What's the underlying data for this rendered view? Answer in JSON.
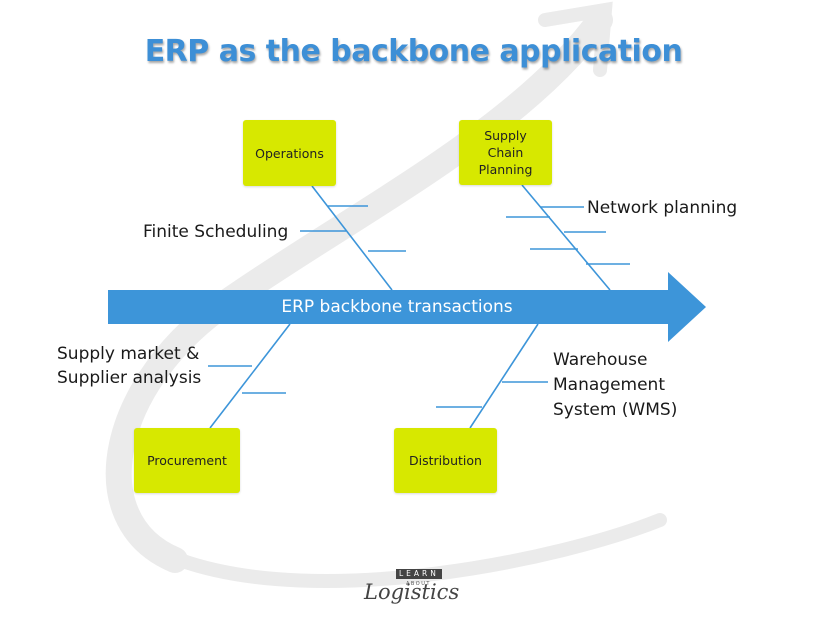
{
  "title": "ERP as the backbone application",
  "spine_label": "ERP backbone transactions",
  "categories": {
    "operations": "Operations",
    "supply_chain_planning": "Supply\nChain\nPlanning",
    "procurement": "Procurement",
    "distribution": "Distribution"
  },
  "causes": {
    "finite_scheduling": "Finite Scheduling",
    "network_planning": "Network planning",
    "supply_market_1": "Supply market &",
    "supply_market_2": "Supplier analysis",
    "wms_1": "Warehouse",
    "wms_2": "Management",
    "wms_3": "System (WMS)"
  },
  "logo": {
    "top": "LEARN",
    "middle": "ABOUT",
    "main": "Logistics"
  },
  "colors": {
    "title": "#3d8fd6",
    "spine": "#3d95d9",
    "box": "#d7e800",
    "bone": "#3d95d9"
  }
}
